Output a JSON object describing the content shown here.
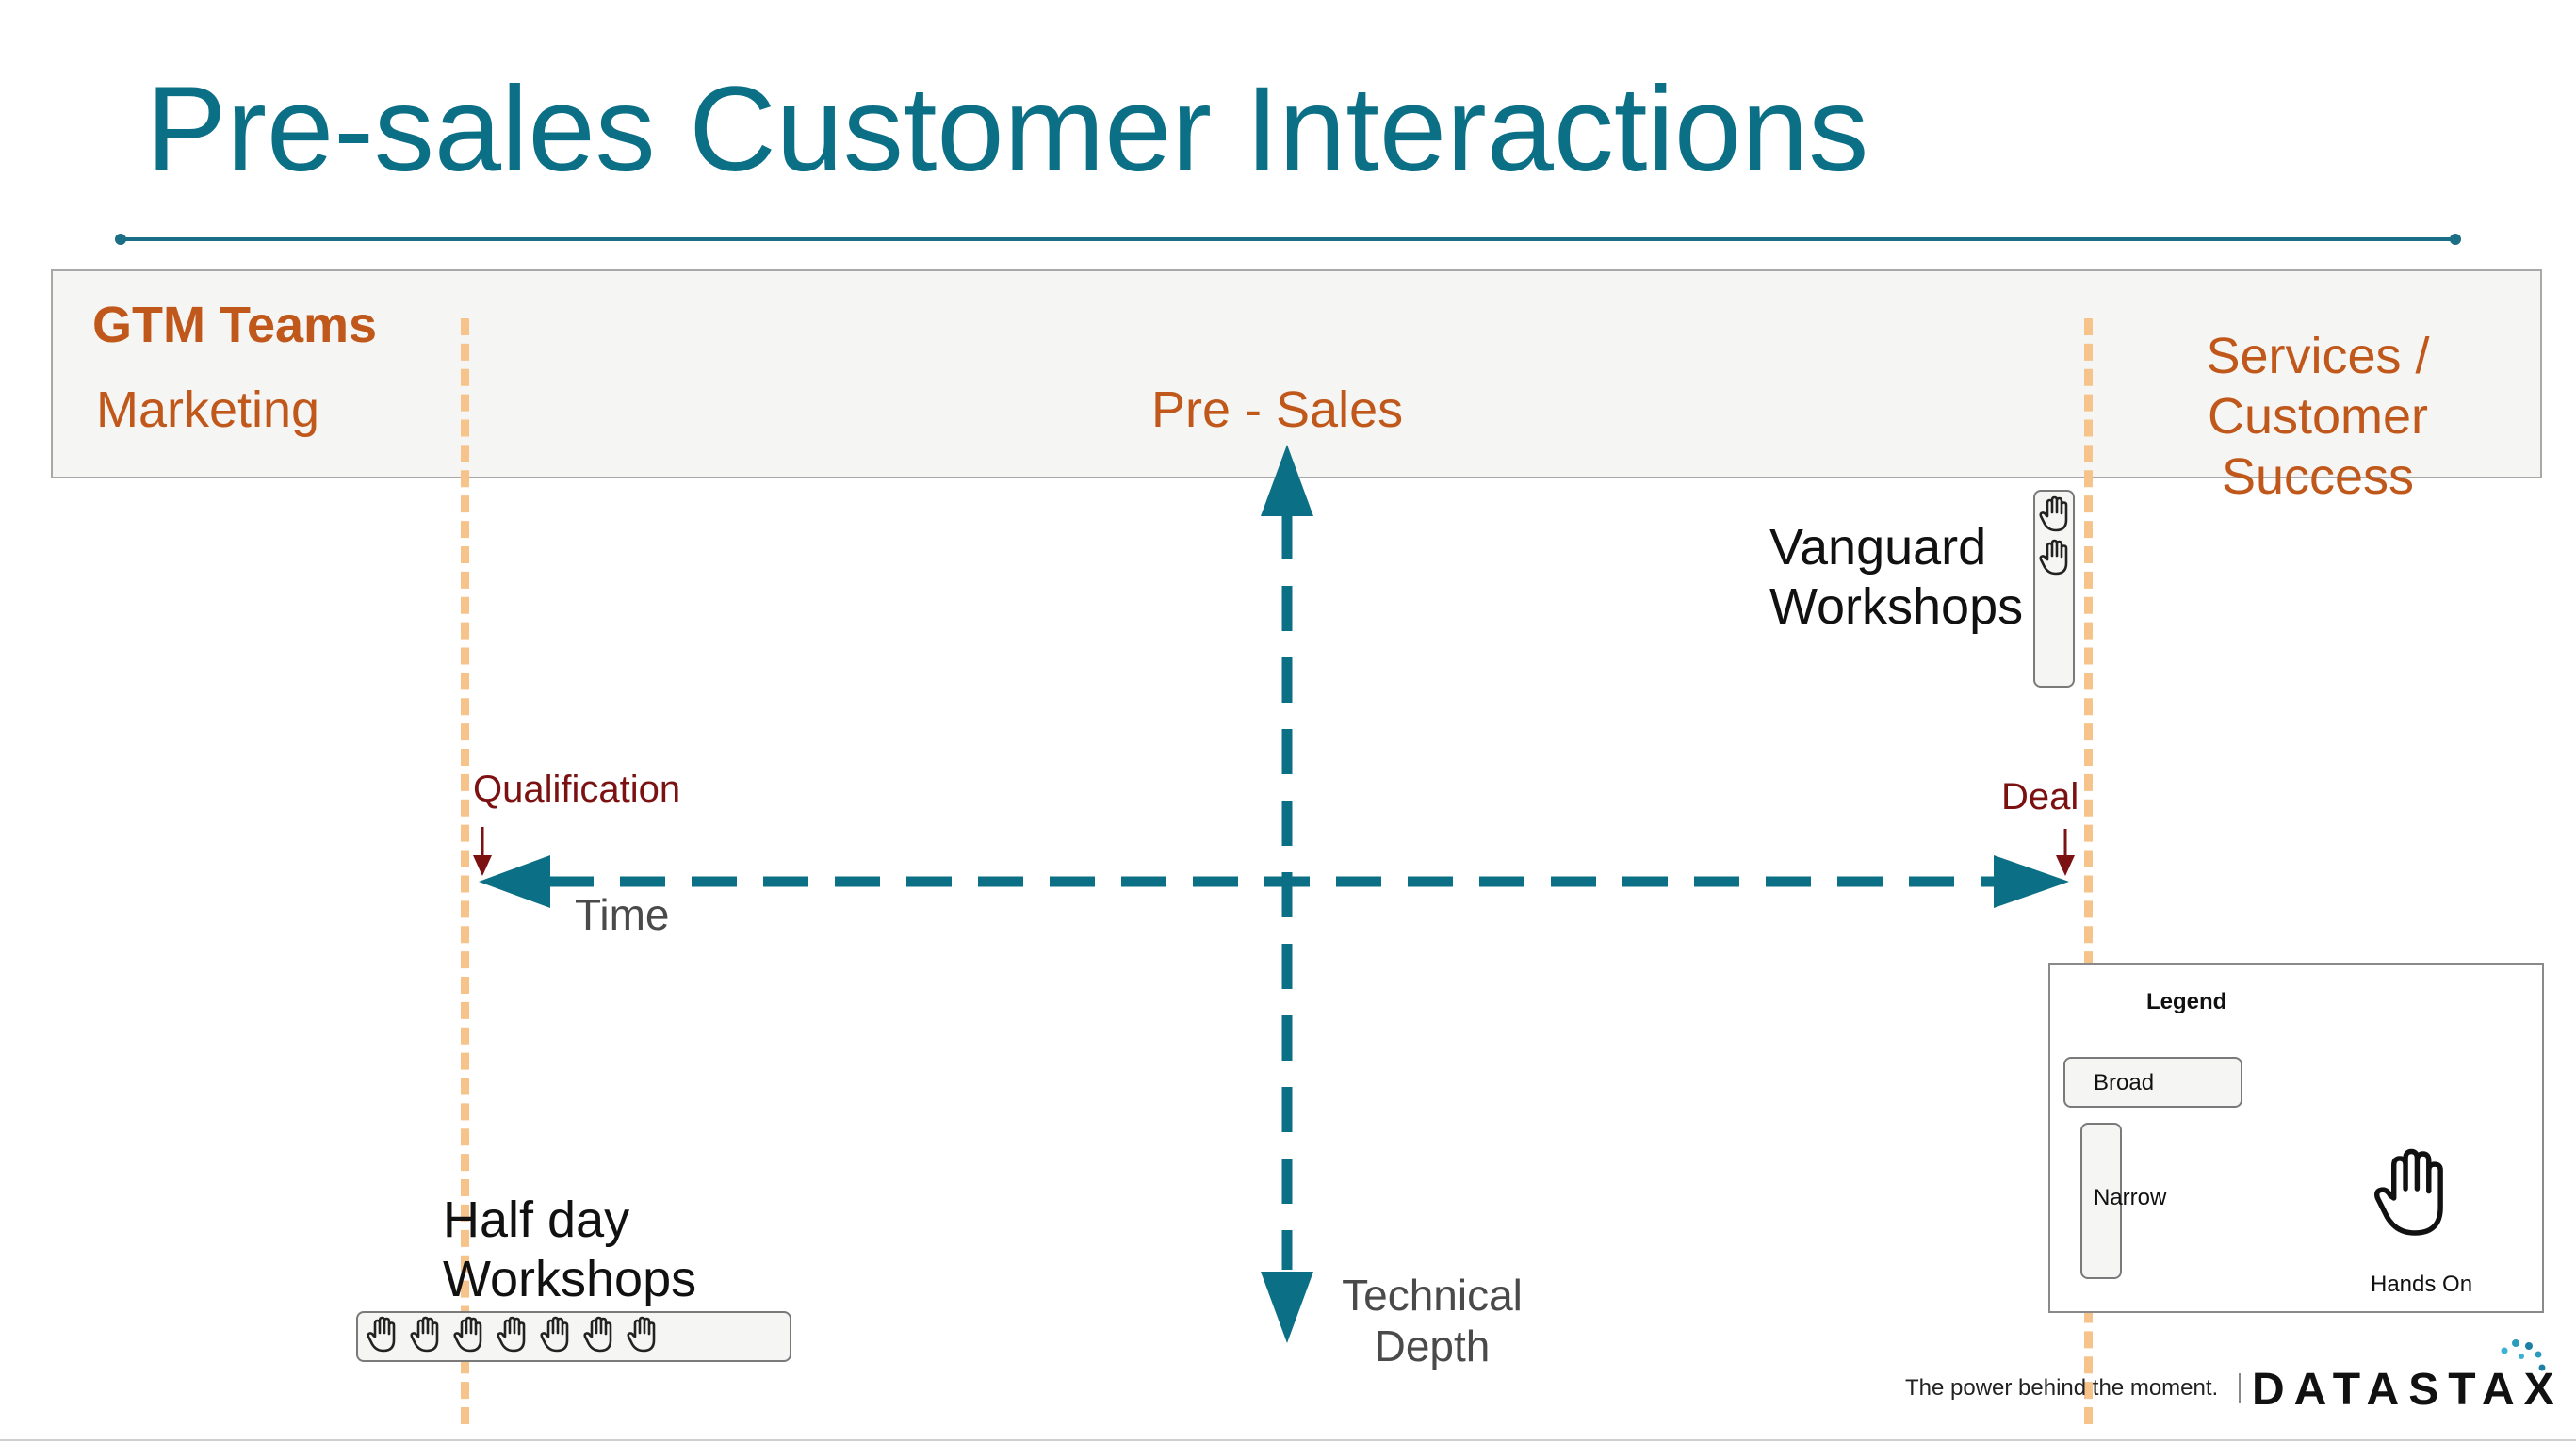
{
  "title": "Pre-sales Customer Interactions",
  "band": {
    "heading": "GTM Teams",
    "marketing": "Marketing",
    "presales": "Pre - Sales",
    "services_line1": "Services /",
    "services_line2": "Customer Success"
  },
  "axes": {
    "qualification": "Qualification",
    "deal": "Deal",
    "time": "Time",
    "technical_line1": "Technical",
    "technical_line2": "Depth"
  },
  "workshops": {
    "vanguard_line1": "Vanguard",
    "vanguard_line2": "Workshops",
    "vanguard_hands": 2,
    "halfday_line1": "Half day",
    "halfday_line2": "Workshops",
    "halfday_hands": 7
  },
  "legend": {
    "title": "Legend",
    "broad": "Broad",
    "narrow": "Narrow",
    "hands_on": "Hands On"
  },
  "footer": {
    "tagline": "The power behind the moment.",
    "brand": "DATASTAX"
  },
  "colors": {
    "title": "#0b6f86",
    "accent_orange": "#c0581b",
    "arrow_teal": "#0b6f86",
    "dashed_line": "#f6c38b",
    "marker_dark_red": "#7b1111"
  }
}
